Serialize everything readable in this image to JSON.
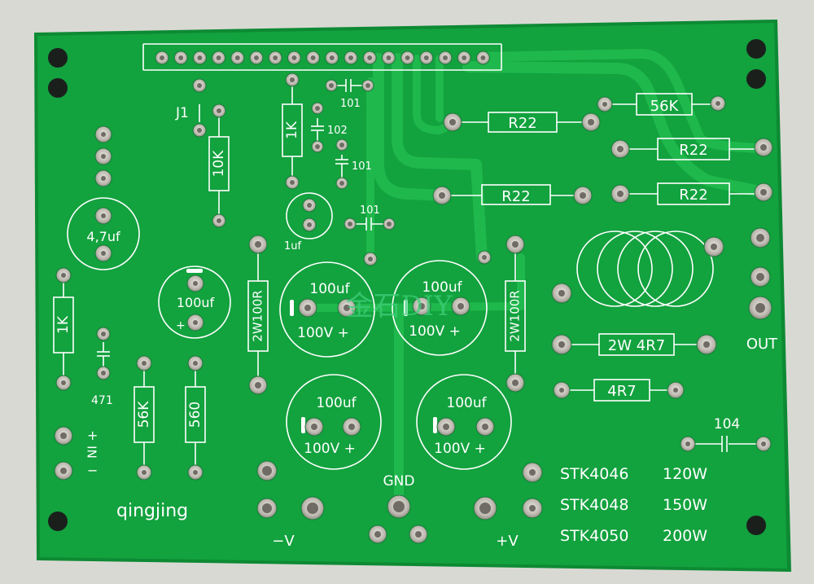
{
  "colors": {
    "background": "#d9d9d4",
    "board": "#12a23e",
    "board_edge": "#0d8a33",
    "trace": "#1fb84c",
    "silkscreen": "#ffffff",
    "pad_metal": "#c9c6bf",
    "pad_hole": "#6f6c66",
    "mount_hole": "#1a1f1c",
    "watermark": "#3fcf7a"
  },
  "labels": {
    "j1": "J1",
    "r_10k": "10K",
    "r_1k_top": "1K",
    "c_102": "102",
    "c_101_a": "101",
    "c_101_b": "101",
    "c_101_c": "101",
    "c_1uf": "1uf",
    "r22_a": "R22",
    "r22_b": "R22",
    "r22_c": "R22",
    "r22_d": "R22",
    "r_56k_top": "56K",
    "c_4_7uf": "4,7uf",
    "c_100uf_small": "100uf",
    "plus_small": "+",
    "r_1k_left": "1K",
    "c_471": "471",
    "r_56k_left": "56K",
    "r_560": "560",
    "in_plus": "+",
    "in_label": "IN",
    "in_minus": "−",
    "r_2w100r_left": "2W100R",
    "r_2w100r_right": "2W100R",
    "cap1_value": "100uf",
    "cap1_voltage": "100V +",
    "cap2_value": "100uf",
    "cap2_voltage": "100V +",
    "cap3_value": "100uf",
    "cap3_voltage": "100V +",
    "cap4_value": "100uf",
    "cap4_voltage": "100V +",
    "r_2w4r7": "2W 4R7",
    "r_4r7": "4R7",
    "c_104": "104",
    "out": "OUT",
    "gnd": "GND",
    "neg_v": "−V",
    "pos_v": "+V",
    "brand": "qingjing",
    "watermark": "金石DIY"
  },
  "model_list": [
    {
      "model": "STK4046",
      "power": "120W"
    },
    {
      "model": "STK4048",
      "power": "150W"
    },
    {
      "model": "STK4050",
      "power": "200W"
    }
  ],
  "header_pin_count": 18
}
